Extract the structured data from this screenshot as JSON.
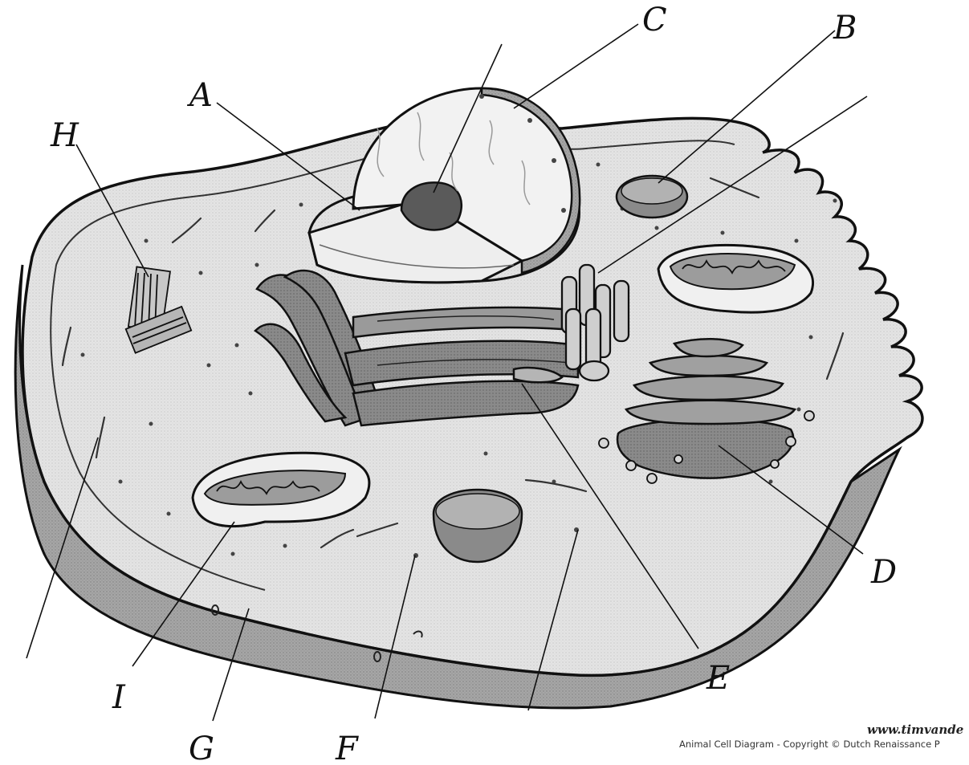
{
  "labels": {
    "A": "A",
    "B": "B",
    "C": "C",
    "D": "D",
    "E": "E",
    "F": "F",
    "G": "G",
    "H": "H",
    "I": "I"
  },
  "credit": {
    "url": "www.timvande",
    "line": "Animal Cell Diagram - Copyright © Dutch Renaissance P"
  },
  "colors": {
    "cytoplasm": "#e6e6e6",
    "membrane_wall": "#a9a9a9",
    "nucleus_cut": "#f2f2f2",
    "nucleolus": "#5a5a5a",
    "golgi": "#6f6f6f",
    "outline": "#111111"
  }
}
